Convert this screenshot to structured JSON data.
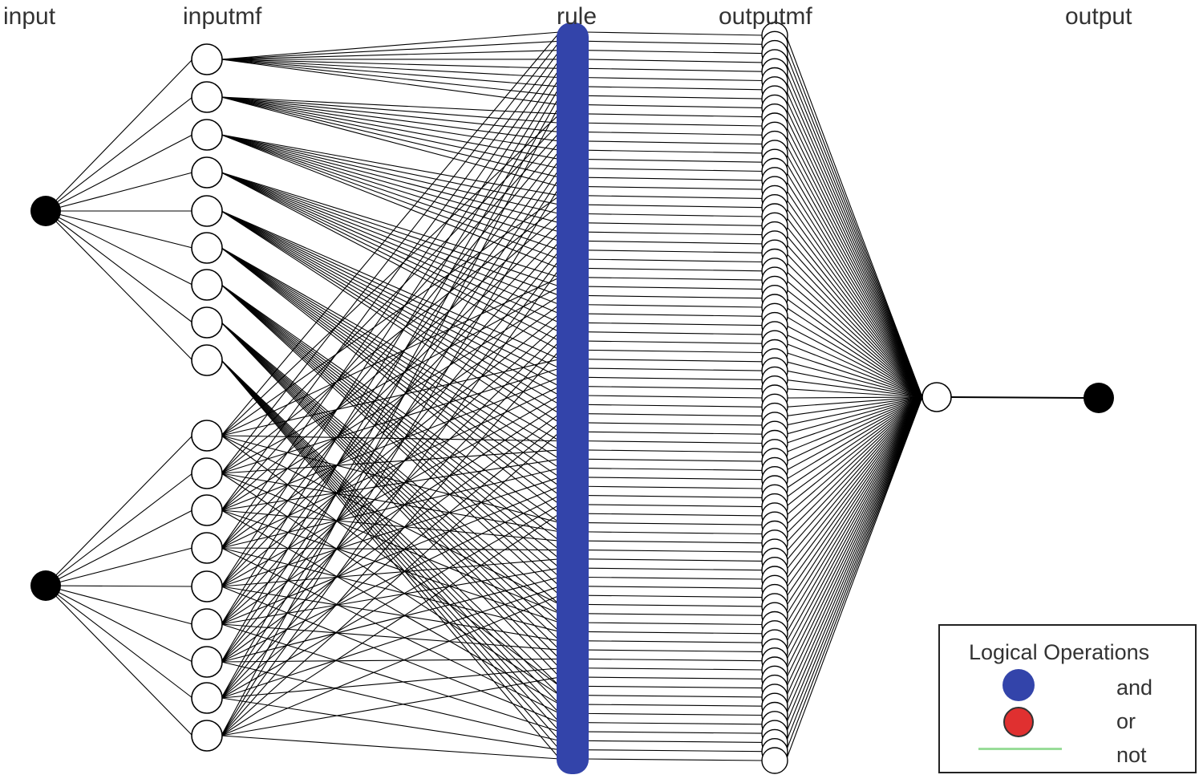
{
  "headers": {
    "input": "input",
    "inputmf": "inputmf",
    "rule": "rule",
    "outputmf": "outputmf",
    "output": "output"
  },
  "network": {
    "inputs": 2,
    "mfs_per_input": [
      9,
      9
    ],
    "rules": 81,
    "outputmfs": 81,
    "outputs": 1
  },
  "legend": {
    "title": "Logical Operations",
    "items": [
      {
        "label": "and",
        "color": "#3344aa",
        "symbol": "circle"
      },
      {
        "label": "or",
        "color": "#e03030",
        "symbol": "circle"
      },
      {
        "label": "not",
        "color": "#99dd99",
        "symbol": "line"
      }
    ]
  },
  "colors": {
    "rule_bar": "#3344aa",
    "edge": "#000000",
    "node_fill": "#ffffff",
    "input_node": "#000000"
  }
}
